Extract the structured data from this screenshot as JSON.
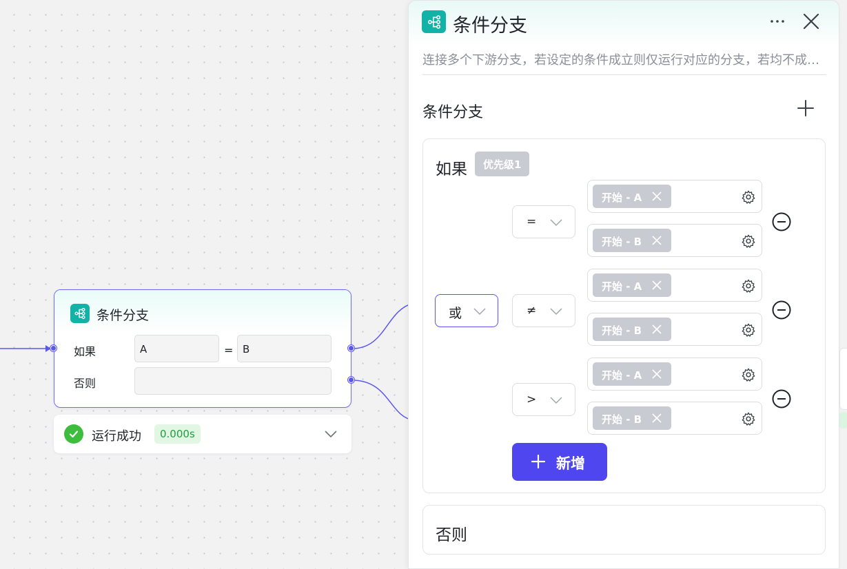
{
  "node": {
    "title": "条件分支",
    "if_label": "如果",
    "else_label": "否则",
    "left_operand": "A",
    "operator": "=",
    "right_operand": "B",
    "else_value": ""
  },
  "status": {
    "text": "运行成功",
    "time": "0.000s"
  },
  "panel": {
    "title": "条件分支",
    "description": "连接多个下游分支，若设定的条件成立则仅运行对应的分支，若均不成立则运行否则分支",
    "section_title": "条件分支",
    "branch": {
      "label": "如果",
      "priority": "优先级1",
      "logic": "或",
      "add_button": "新增",
      "conditions": [
        {
          "operator": "=",
          "left": "开始 - A",
          "right": "开始 - B"
        },
        {
          "operator": "≠",
          "left": "开始 - A",
          "right": "开始 - B"
        },
        {
          "operator": ">",
          "left": "开始 - A",
          "right": "开始 - B"
        }
      ]
    },
    "else_label": "否则"
  },
  "colors": {
    "accent": "#5046ef",
    "node_border": "#6e6cf0",
    "icon_teal": "#13b2a6",
    "success": "#3dbd3d",
    "tag_gray": "#c8cbd1"
  },
  "icons": {
    "node_icon": "branch-icon",
    "more": "more-icon",
    "close": "close-icon",
    "add": "plus-icon",
    "settings": "gear-icon",
    "remove": "minus-circle-icon",
    "tag_remove": "close-icon",
    "dropdown": "chevron-down-icon",
    "success": "check-circle-icon"
  }
}
